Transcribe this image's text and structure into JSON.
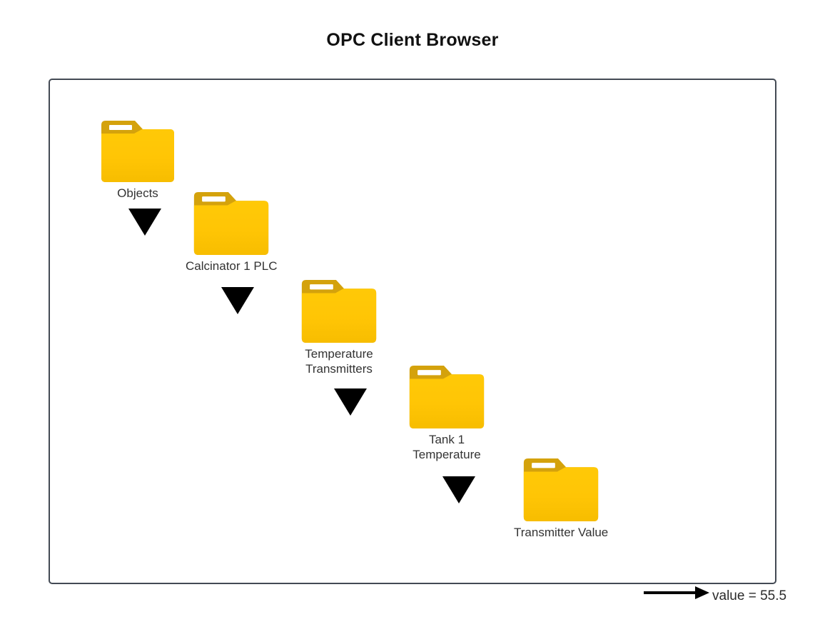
{
  "page": {
    "title": "OPC Client Browser",
    "background": "#ffffff"
  },
  "canvas": {
    "border_color": "#434A54"
  },
  "colors": {
    "folder_body": "#FFC907",
    "folder_body_shade": "#F5BE00",
    "folder_tab": "#D4A20C",
    "folder_slot": "#FFFFFF",
    "arrow": "#000000",
    "label_text": "#333333",
    "title_text": "#111111"
  },
  "tree": {
    "nodes": [
      {
        "id": "objects",
        "label": "Objects",
        "icon": "folder-icon"
      },
      {
        "id": "calcinator-1-plc",
        "label": "Calcinator 1 PLC",
        "icon": "folder-icon"
      },
      {
        "id": "temperature-transmitters",
        "label": "Temperature\nTransmitters",
        "icon": "folder-icon"
      },
      {
        "id": "tank-1-temperature",
        "label": "Tank 1\nTemperature",
        "icon": "folder-icon"
      },
      {
        "id": "transmitter-value",
        "label": "Transmitter Value",
        "icon": "folder-icon"
      }
    ],
    "connectors": [
      {
        "from": "objects",
        "to": "calcinator-1-plc",
        "icon": "down-arrow-icon"
      },
      {
        "from": "calcinator-1-plc",
        "to": "temperature-transmitters",
        "icon": "down-arrow-icon"
      },
      {
        "from": "temperature-transmitters",
        "to": "tank-1-temperature",
        "icon": "down-arrow-icon"
      },
      {
        "from": "tank-1-temperature",
        "to": "transmitter-value",
        "icon": "down-arrow-icon"
      }
    ]
  },
  "value_readout": {
    "text": "value = 55.5",
    "label": "value",
    "operator": "=",
    "value": "55.5",
    "arrow_icon": "right-arrow-icon"
  }
}
